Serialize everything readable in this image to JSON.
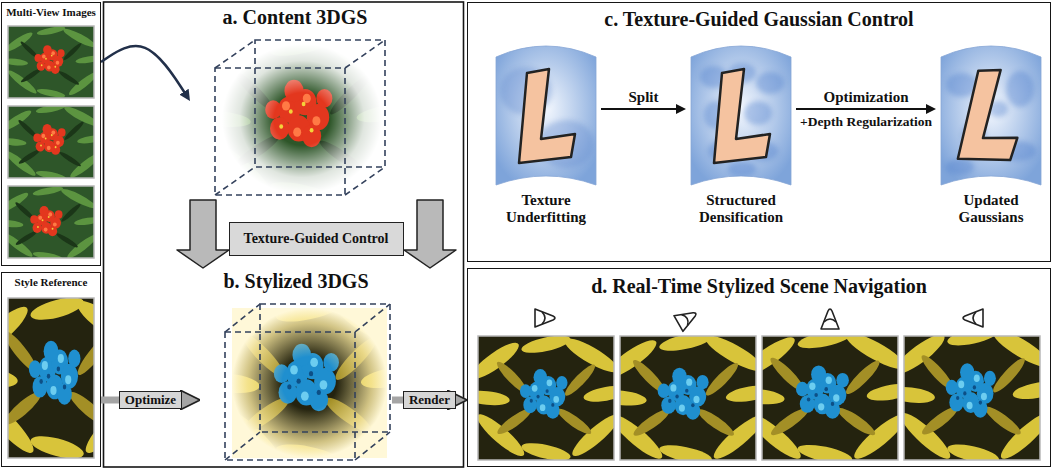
{
  "diagram": {
    "nodes": [
      {
        "text": [
          "Multi-View Images"
        ]
      },
      {
        "text": [
          "a. Content 3DGS"
        ]
      },
      {
        "text": [
          "Texture-Guided Control"
        ]
      },
      {
        "text": [
          "b. Stylized 3DGS"
        ]
      },
      {
        "text": [
          "Style Reference"
        ]
      },
      {
        "text": [
          "c. Texture-Guided Gaussian Control"
        ]
      },
      {
        "text": [
          "Texture Underfitting"
        ],
        "in": 5
      },
      {
        "text": [
          "Structured Densification"
        ],
        "in": 5
      },
      {
        "text": [
          "Updated Gaussians"
        ],
        "in": 5
      },
      {
        "text": [
          "d. Real-Time Stylized Scene Navigation"
        ]
      }
    ],
    "edges": [
      {
        "from": 0,
        "to": 1,
        "arrow": "to"
      },
      {
        "from": 4,
        "to": 3,
        "label": "Optimize",
        "arrow": "to"
      },
      {
        "from": 3,
        "to": 9,
        "label": "Render",
        "arrow": "to"
      },
      {
        "from": 6,
        "to": 7,
        "label": "Split",
        "arrow": "to"
      },
      {
        "from": 7,
        "to": 8,
        "label": "Optimization",
        "arrow": "to"
      }
    ],
    "labels": [
      "+Depth Regularization"
    ]
  }
}
